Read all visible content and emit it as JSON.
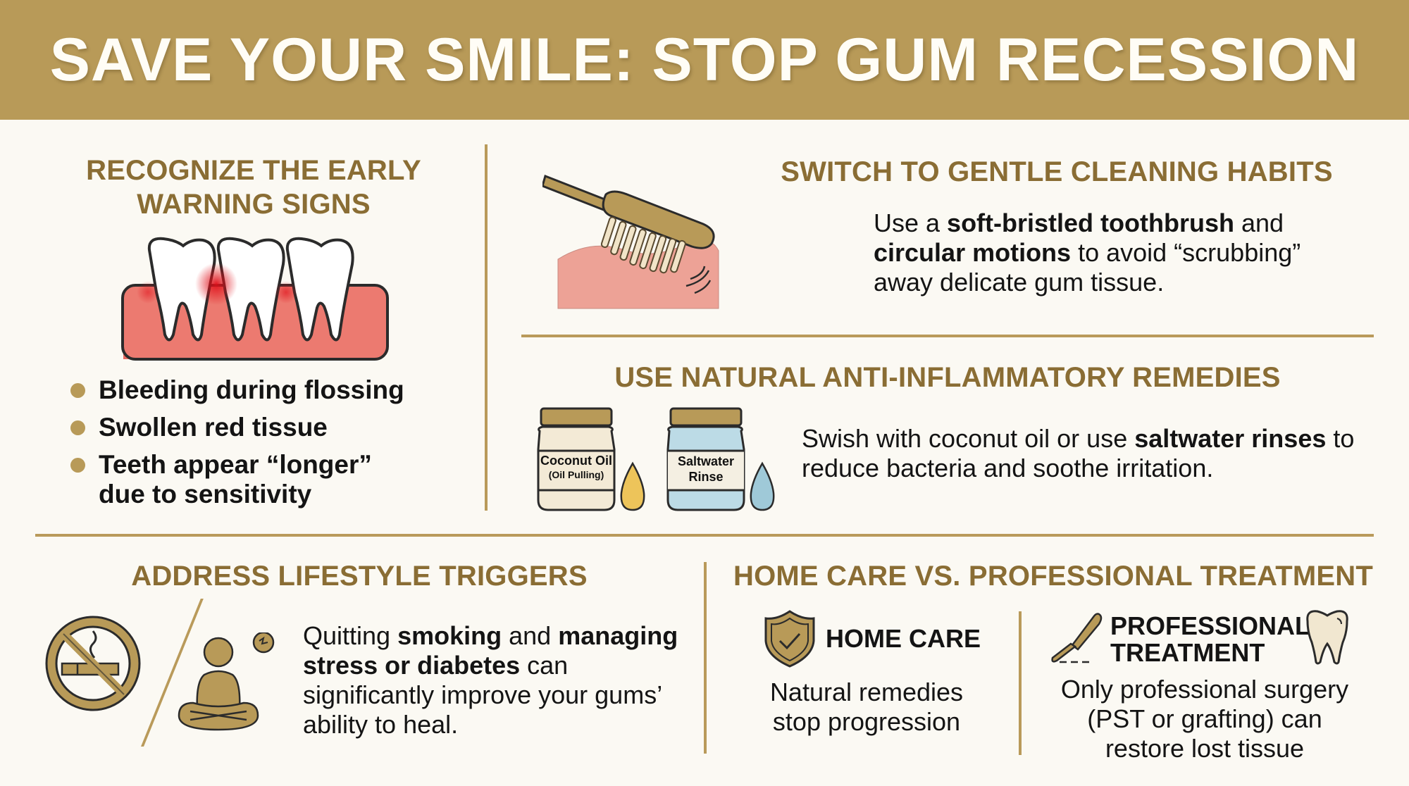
{
  "header": {
    "title": "SAVE YOUR SMILE: STOP GUM RECESSION"
  },
  "colors": {
    "gold": "#b89a58",
    "heading_gold": "#8a6d34",
    "gum_red": "#e8655e",
    "background": "#fbf9f3"
  },
  "warning_signs": {
    "heading_line1": "RECOGNIZE THE EARLY",
    "heading_line2": "WARNING SIGNS",
    "icon": "teeth-gums-inflamed-icon",
    "bullets": [
      "Bleeding during flossing",
      "Swollen red tissue",
      "Teeth appear “longer” due to sensitivity"
    ]
  },
  "cleaning": {
    "heading": "SWITCH TO GENTLE CLEANING HABITS",
    "icon": "toothbrush-on-gum-icon",
    "text_parts": [
      {
        "t": "Use a ",
        "b": false
      },
      {
        "t": "soft-bristled toothbrush",
        "b": true
      },
      {
        "t": " and ",
        "b": false
      },
      {
        "t": "circular motions",
        "b": true
      },
      {
        "t": " to avoid “scrubbing” away delicate gum tissue.",
        "b": false
      }
    ]
  },
  "remedies": {
    "heading": "USE NATURAL ANTI-INFLAMMATORY REMEDIES",
    "jars": [
      {
        "label_line1": "Coconut Oil",
        "label_line2": "(Oil Pulling)",
        "icon": "coconut-oil-jar-icon"
      },
      {
        "label_line1": "Saltwater",
        "label_line2": "Rinse",
        "icon": "saltwater-jar-icon"
      }
    ],
    "text_parts": [
      {
        "t": "Swish with coconut oil or use ",
        "b": false
      },
      {
        "t": "saltwater rinses",
        "b": true
      },
      {
        "t": " to reduce bacteria and soothe irritation.",
        "b": false
      }
    ]
  },
  "lifestyle": {
    "heading": "ADDRESS LIFESTYLE TRIGGERS",
    "icons": [
      "no-smoking-icon",
      "meditation-stress-icon"
    ],
    "text_parts": [
      {
        "t": "Quitting ",
        "b": false
      },
      {
        "t": "smoking",
        "b": true
      },
      {
        "t": " and ",
        "b": false
      },
      {
        "t": "managing stress or diabetes",
        "b": true
      },
      {
        "t": " can significantly improve your gums’ ability to heal.",
        "b": false
      }
    ]
  },
  "comparison": {
    "heading": "HOME CARE VS. PROFESSIONAL TREATMENT",
    "home": {
      "title": "HOME CARE",
      "icon": "shield-check-icon",
      "text_line1": "Natural remedies",
      "text_line2": "stop progression"
    },
    "pro": {
      "title_line1": "PROFESSIONAL",
      "title_line2": "TREATMENT",
      "icons": [
        "scalpel-icon",
        "tooth-icon"
      ],
      "text_line1": "Only professional surgery",
      "text_line2": "(PST or grafting) can",
      "text_line3": "restore lost tissue"
    }
  }
}
